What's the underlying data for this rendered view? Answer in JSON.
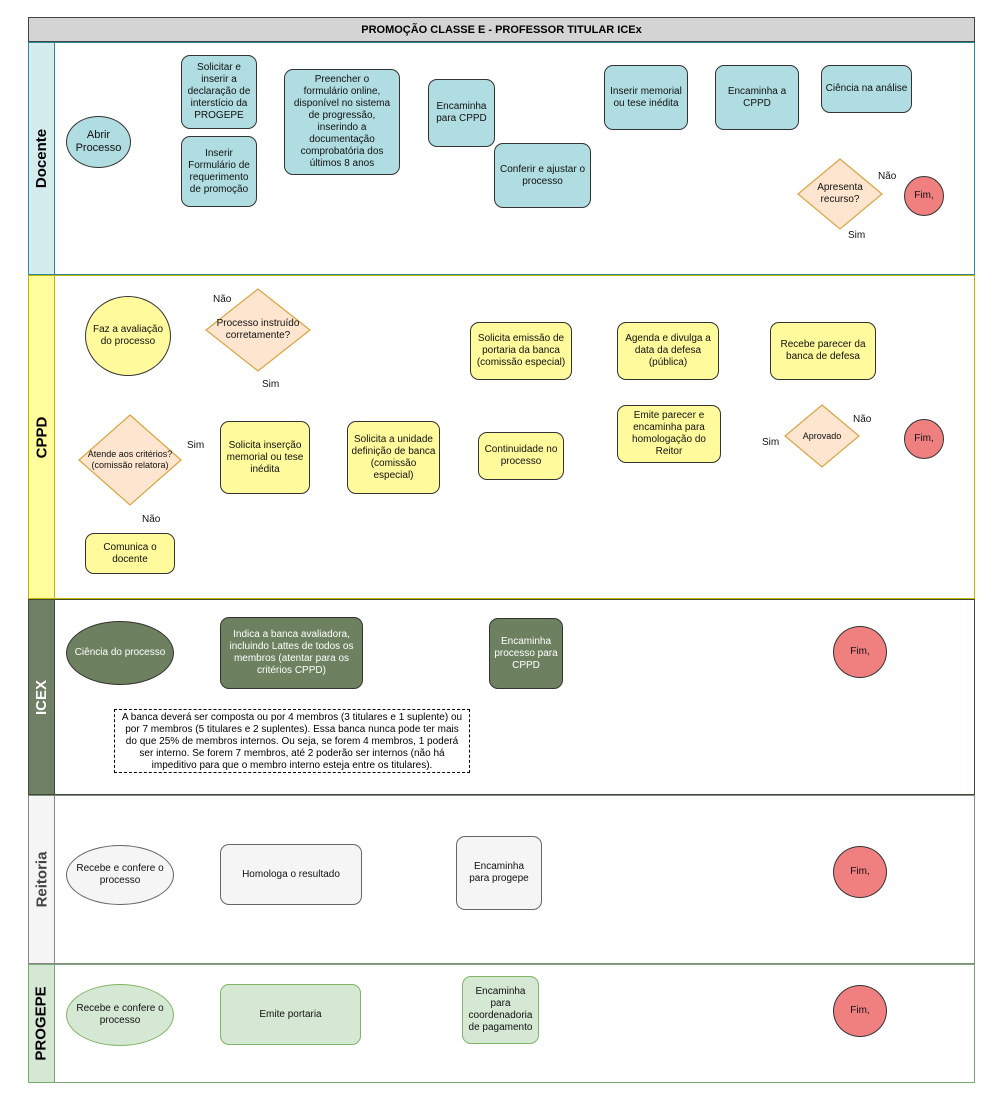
{
  "title": "PROMOÇÃO CLASSE E - PROFESSOR TITULAR ICEx",
  "colors": {
    "docente_lane": "#d5ecee",
    "docente_box": "#b0dde1",
    "cppd_lane": "#fffd9c",
    "cppd_box": "#fffa9c",
    "icex_lane": "#6f8064",
    "icex_box": "#6d8160",
    "reitoria_lane": "#f5f5f5",
    "reitoria_box": "#f5f5f5",
    "progepe_lane": "#d5e8d4",
    "progepe_box": "#d5e8d4",
    "decision": "#fde5cf",
    "end": "#f08080"
  },
  "lanes": [
    {
      "name": "Docente"
    },
    {
      "name": "CPPD"
    },
    {
      "name": "ICEX"
    },
    {
      "name": "Reitoria"
    },
    {
      "name": "PROGEPE"
    }
  ],
  "nodes": {
    "abrir": "Abrir\nProcesso",
    "solicitar": "Solicitar e\ninserir a\ndeclaração de\ninterstício da\nPROGEPE",
    "inserir_form": "Inserir\nFormulário de\nrequerimento\nde promoção",
    "preencher": "Preencher o\nformulário online,\ndisponível no sistema\nde progressão,\ninserindo a\ndocumentação\ncomprobatória dos\núltimos 8 anos",
    "encaminha_cppd1": "Encaminha\npara CPPD",
    "conferir": "Conferir e ajustar o\nprocesso",
    "inserir_memorial": "Inserir memorial\nou tese inédita",
    "encaminha_cppd2": "Encaminha a\nCPPD",
    "ciencia_analise": "Ciência na análise",
    "apresenta_recurso": "Apresenta\nrecurso?",
    "fim_docente": "Fim,",
    "faz_avaliacao": "Faz a avaliação\ndo processo",
    "processo_instruido": "Processo instruído\ncorretamente?",
    "atende_criterios": "Atende aos critérios?\n(comissão relatora)",
    "solicita_insercao": "Solicita inserção\nmemorial ou tese\ninédita",
    "solicita_unidade": "Solicita a unidade\ndefinição de banca\n(comissão\nespecial)",
    "comunica": "Comunica o\ndocente",
    "solicita_portaria": "Solicita emissão de\nportaria da banca\n(comissão especial)",
    "continuidade": "Continuidade no\nprocesso",
    "agenda": "Agenda e divulga a\ndata da defesa\n(pública)",
    "recebe_parecer": "Recebe parecer da\nbanca de defesa",
    "aprovado": "Aprovado",
    "emite_parecer": "Emite parecer e\nencaminha para\nhomologação do\nReitor",
    "fim_cppd": "Fim,",
    "ciencia_processo": "Ciência do processo",
    "indica_banca": "Indica a banca avaliadora,\nincluindo Lattes de todos os\nmembros (atentar para os\ncritérios CPPD)",
    "encaminha_icex": "Encaminha\nprocesso para\nCPPD",
    "fim_icex": "Fim,",
    "recebe_reitoria": "Recebe e confere o\nprocesso",
    "homologa": "Homologa o resultado",
    "encaminha_progepe": "Encaminha\npara progepe",
    "fim_reitoria": "Fim,",
    "recebe_progepe": "Recebe e confere o\nprocesso",
    "emite_portaria": "Emite portaria",
    "encaminha_pagamento": "Encaminha\npara\ncoordenadoria\nde pagamento",
    "fim_progepe": "Fim,"
  },
  "note": "A banca deverá ser composta ou por 4 membros (3 titulares e 1 suplente) ou por 7 membros (5 titulares e 2 suplentes). Essa banca nunca pode ter mais do que 25% de membros internos. Ou seja, se forem 4 membros, 1 poderá ser interno. Se forem 7 membros, até 2 poderão ser internos (não há impeditivo para que o membro interno esteja entre os titulares).",
  "edge_labels": {
    "nao_recurso": "Não",
    "sim_recurso": "Sim",
    "nao_instruido": "Não",
    "sim_instruido": "Sim",
    "sim_atende": "Sim",
    "nao_atende": "Não",
    "nao_aprovado": "Não",
    "sim_aprovado": "Sim"
  }
}
